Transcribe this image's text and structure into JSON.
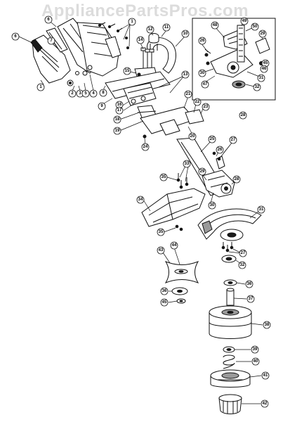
{
  "watermark": "AppliancePartsPros.com",
  "callouts": [
    {
      "n": "1"
    },
    {
      "n": "1"
    },
    {
      "n": "2"
    },
    {
      "n": "3"
    },
    {
      "n": "4"
    },
    {
      "n": "5"
    },
    {
      "n": "6"
    },
    {
      "n": "6"
    },
    {
      "n": "7"
    },
    {
      "n": "8"
    },
    {
      "n": "9"
    },
    {
      "n": "10"
    },
    {
      "n": "11"
    },
    {
      "n": "12"
    },
    {
      "n": "13"
    },
    {
      "n": "14"
    },
    {
      "n": "15"
    },
    {
      "n": "16"
    },
    {
      "n": "17"
    },
    {
      "n": "18"
    },
    {
      "n": "19"
    },
    {
      "n": "20"
    },
    {
      "n": "21"
    },
    {
      "n": "22"
    },
    {
      "n": "23"
    },
    {
      "n": "24"
    },
    {
      "n": "25"
    },
    {
      "n": "26"
    },
    {
      "n": "26"
    },
    {
      "n": "27"
    },
    {
      "n": "27"
    },
    {
      "n": "28"
    },
    {
      "n": "28"
    },
    {
      "n": "29"
    },
    {
      "n": "29"
    },
    {
      "n": "30"
    },
    {
      "n": "30"
    },
    {
      "n": "31"
    },
    {
      "n": "31"
    },
    {
      "n": "32"
    },
    {
      "n": "32"
    },
    {
      "n": "33"
    },
    {
      "n": "34"
    },
    {
      "n": "35"
    },
    {
      "n": "35"
    },
    {
      "n": "36"
    },
    {
      "n": "36"
    },
    {
      "n": "37"
    },
    {
      "n": "38"
    },
    {
      "n": "39"
    },
    {
      "n": "40"
    },
    {
      "n": "41"
    },
    {
      "n": "42"
    },
    {
      "n": "43"
    },
    {
      "n": "44"
    },
    {
      "n": "45"
    },
    {
      "n": "45"
    },
    {
      "n": "46"
    },
    {
      "n": "47"
    },
    {
      "n": "48"
    },
    {
      "n": "49"
    },
    {
      "n": "50"
    }
  ]
}
